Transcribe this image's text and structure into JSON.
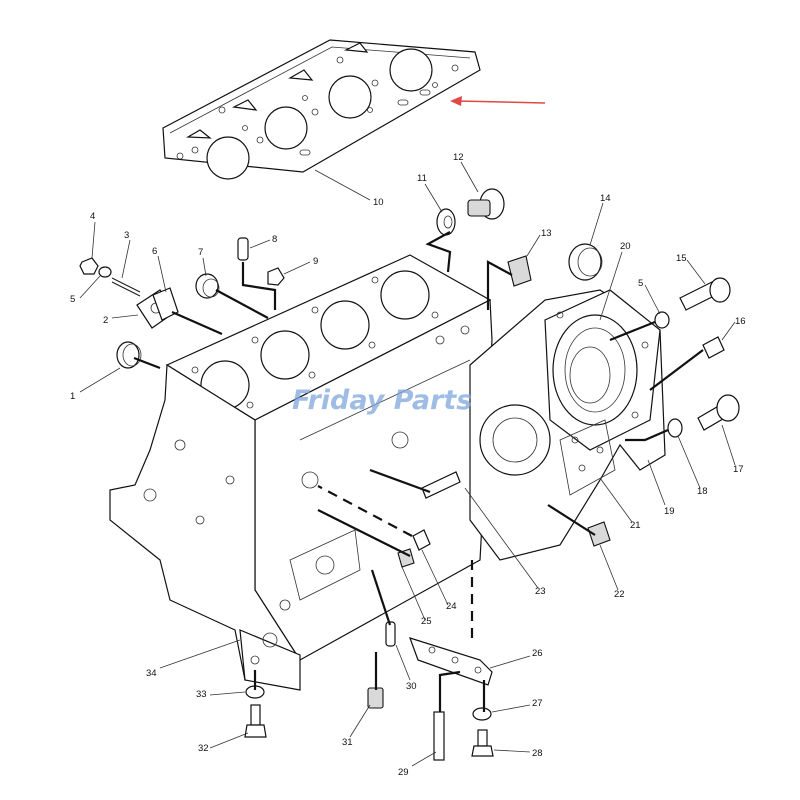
{
  "watermark": {
    "text": "Friday Parts"
  },
  "colors": {
    "arrow": "#e04848",
    "watermark": "#7fa6dc",
    "watermark_accent": "#f2a53a"
  },
  "callouts": [
    "1",
    "2",
    "3",
    "4",
    "5",
    "6",
    "7",
    "8",
    "9",
    "10",
    "11",
    "12",
    "13",
    "14",
    "15",
    "16",
    "17",
    "18",
    "19",
    "20",
    "21",
    "22",
    "23",
    "24",
    "25",
    "26",
    "27",
    "28",
    "29",
    "30",
    "31",
    "32",
    "33",
    "34",
    "5"
  ]
}
